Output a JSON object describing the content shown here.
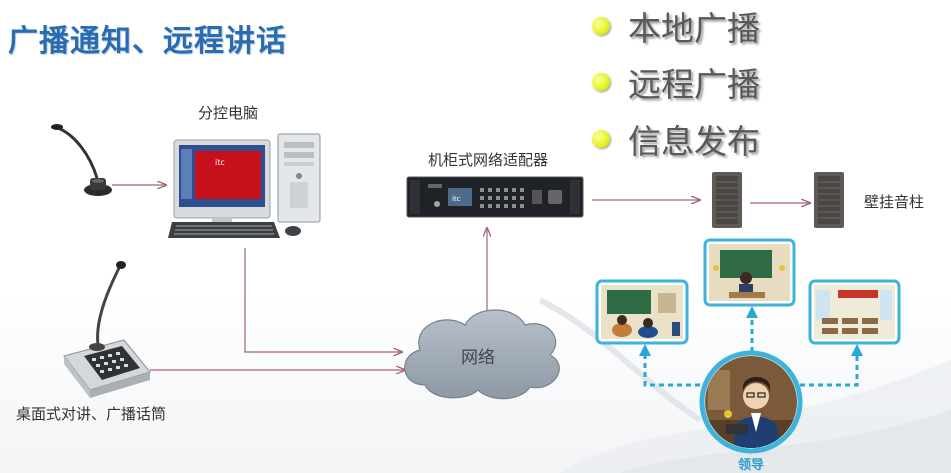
{
  "title": "广播通知、远程讲话",
  "bullets": [
    {
      "label": "本地广播"
    },
    {
      "label": "远程广播"
    },
    {
      "label": "信息发布"
    }
  ],
  "nodes": {
    "pc_label": "分控电脑",
    "adapter_label": "机柜式网络适配器",
    "speaker_label": "壁挂音柱",
    "desk_mic_label": "桌面式对讲、广播话筒",
    "network_label": "网络",
    "leader_label": "领导"
  },
  "colors": {
    "title": "#2b6cb0",
    "arrow": "#a46470",
    "dashed": "#29a8d6",
    "bullet_dot": "#e7f42a",
    "frame": "#3bb3da"
  },
  "icons": [
    "gooseneck-mic-icon",
    "desktop-computer-icon",
    "rack-adapter-icon",
    "wall-speaker-icon",
    "network-cloud-icon",
    "paging-console-icon",
    "classroom-scene-icon",
    "leader-avatar-icon"
  ]
}
